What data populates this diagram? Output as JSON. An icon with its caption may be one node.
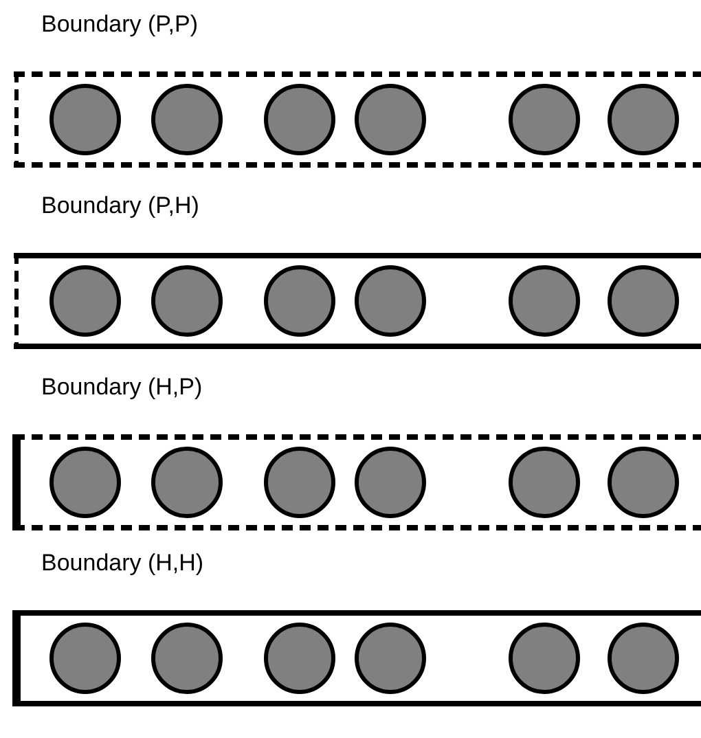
{
  "diagram": {
    "nodes": [
      {
        "text": [
          "Boundary (P,P)"
        ]
      },
      {
        "text": [],
        "shape": "circle",
        "in": 0
      },
      {
        "text": [],
        "shape": "circle",
        "in": 0
      },
      {
        "text": [],
        "shape": "circle",
        "in": 0
      },
      {
        "text": [],
        "shape": "circle",
        "in": 0
      },
      {
        "text": [],
        "shape": "circle",
        "in": 0
      },
      {
        "text": [],
        "shape": "circle",
        "in": 0
      },
      {
        "text": [
          "Boundary (P,H)"
        ]
      },
      {
        "text": [],
        "shape": "circle",
        "in": 7
      },
      {
        "text": [],
        "shape": "circle",
        "in": 7
      },
      {
        "text": [],
        "shape": "circle",
        "in": 7
      },
      {
        "text": [],
        "shape": "circle",
        "in": 7
      },
      {
        "text": [],
        "shape": "circle",
        "in": 7
      },
      {
        "text": [],
        "shape": "circle",
        "in": 7
      },
      {
        "text": [
          "Boundary (H,P)"
        ]
      },
      {
        "text": [],
        "shape": "circle",
        "in": 14
      },
      {
        "text": [],
        "shape": "circle",
        "in": 14
      },
      {
        "text": [],
        "shape": "circle",
        "in": 14
      },
      {
        "text": [],
        "shape": "circle",
        "in": 14
      },
      {
        "text": [],
        "shape": "circle",
        "in": 14
      },
      {
        "text": [],
        "shape": "circle",
        "in": 14
      },
      {
        "text": [
          "Boundary (H,H)"
        ]
      },
      {
        "text": [],
        "shape": "circle",
        "in": 21
      },
      {
        "text": [],
        "shape": "circle",
        "in": 21
      },
      {
        "text": [],
        "shape": "circle",
        "in": 21
      },
      {
        "text": [],
        "shape": "circle",
        "in": 21
      },
      {
        "text": [],
        "shape": "circle",
        "in": 21
      },
      {
        "text": [],
        "shape": "circle",
        "in": 21
      }
    ]
  }
}
